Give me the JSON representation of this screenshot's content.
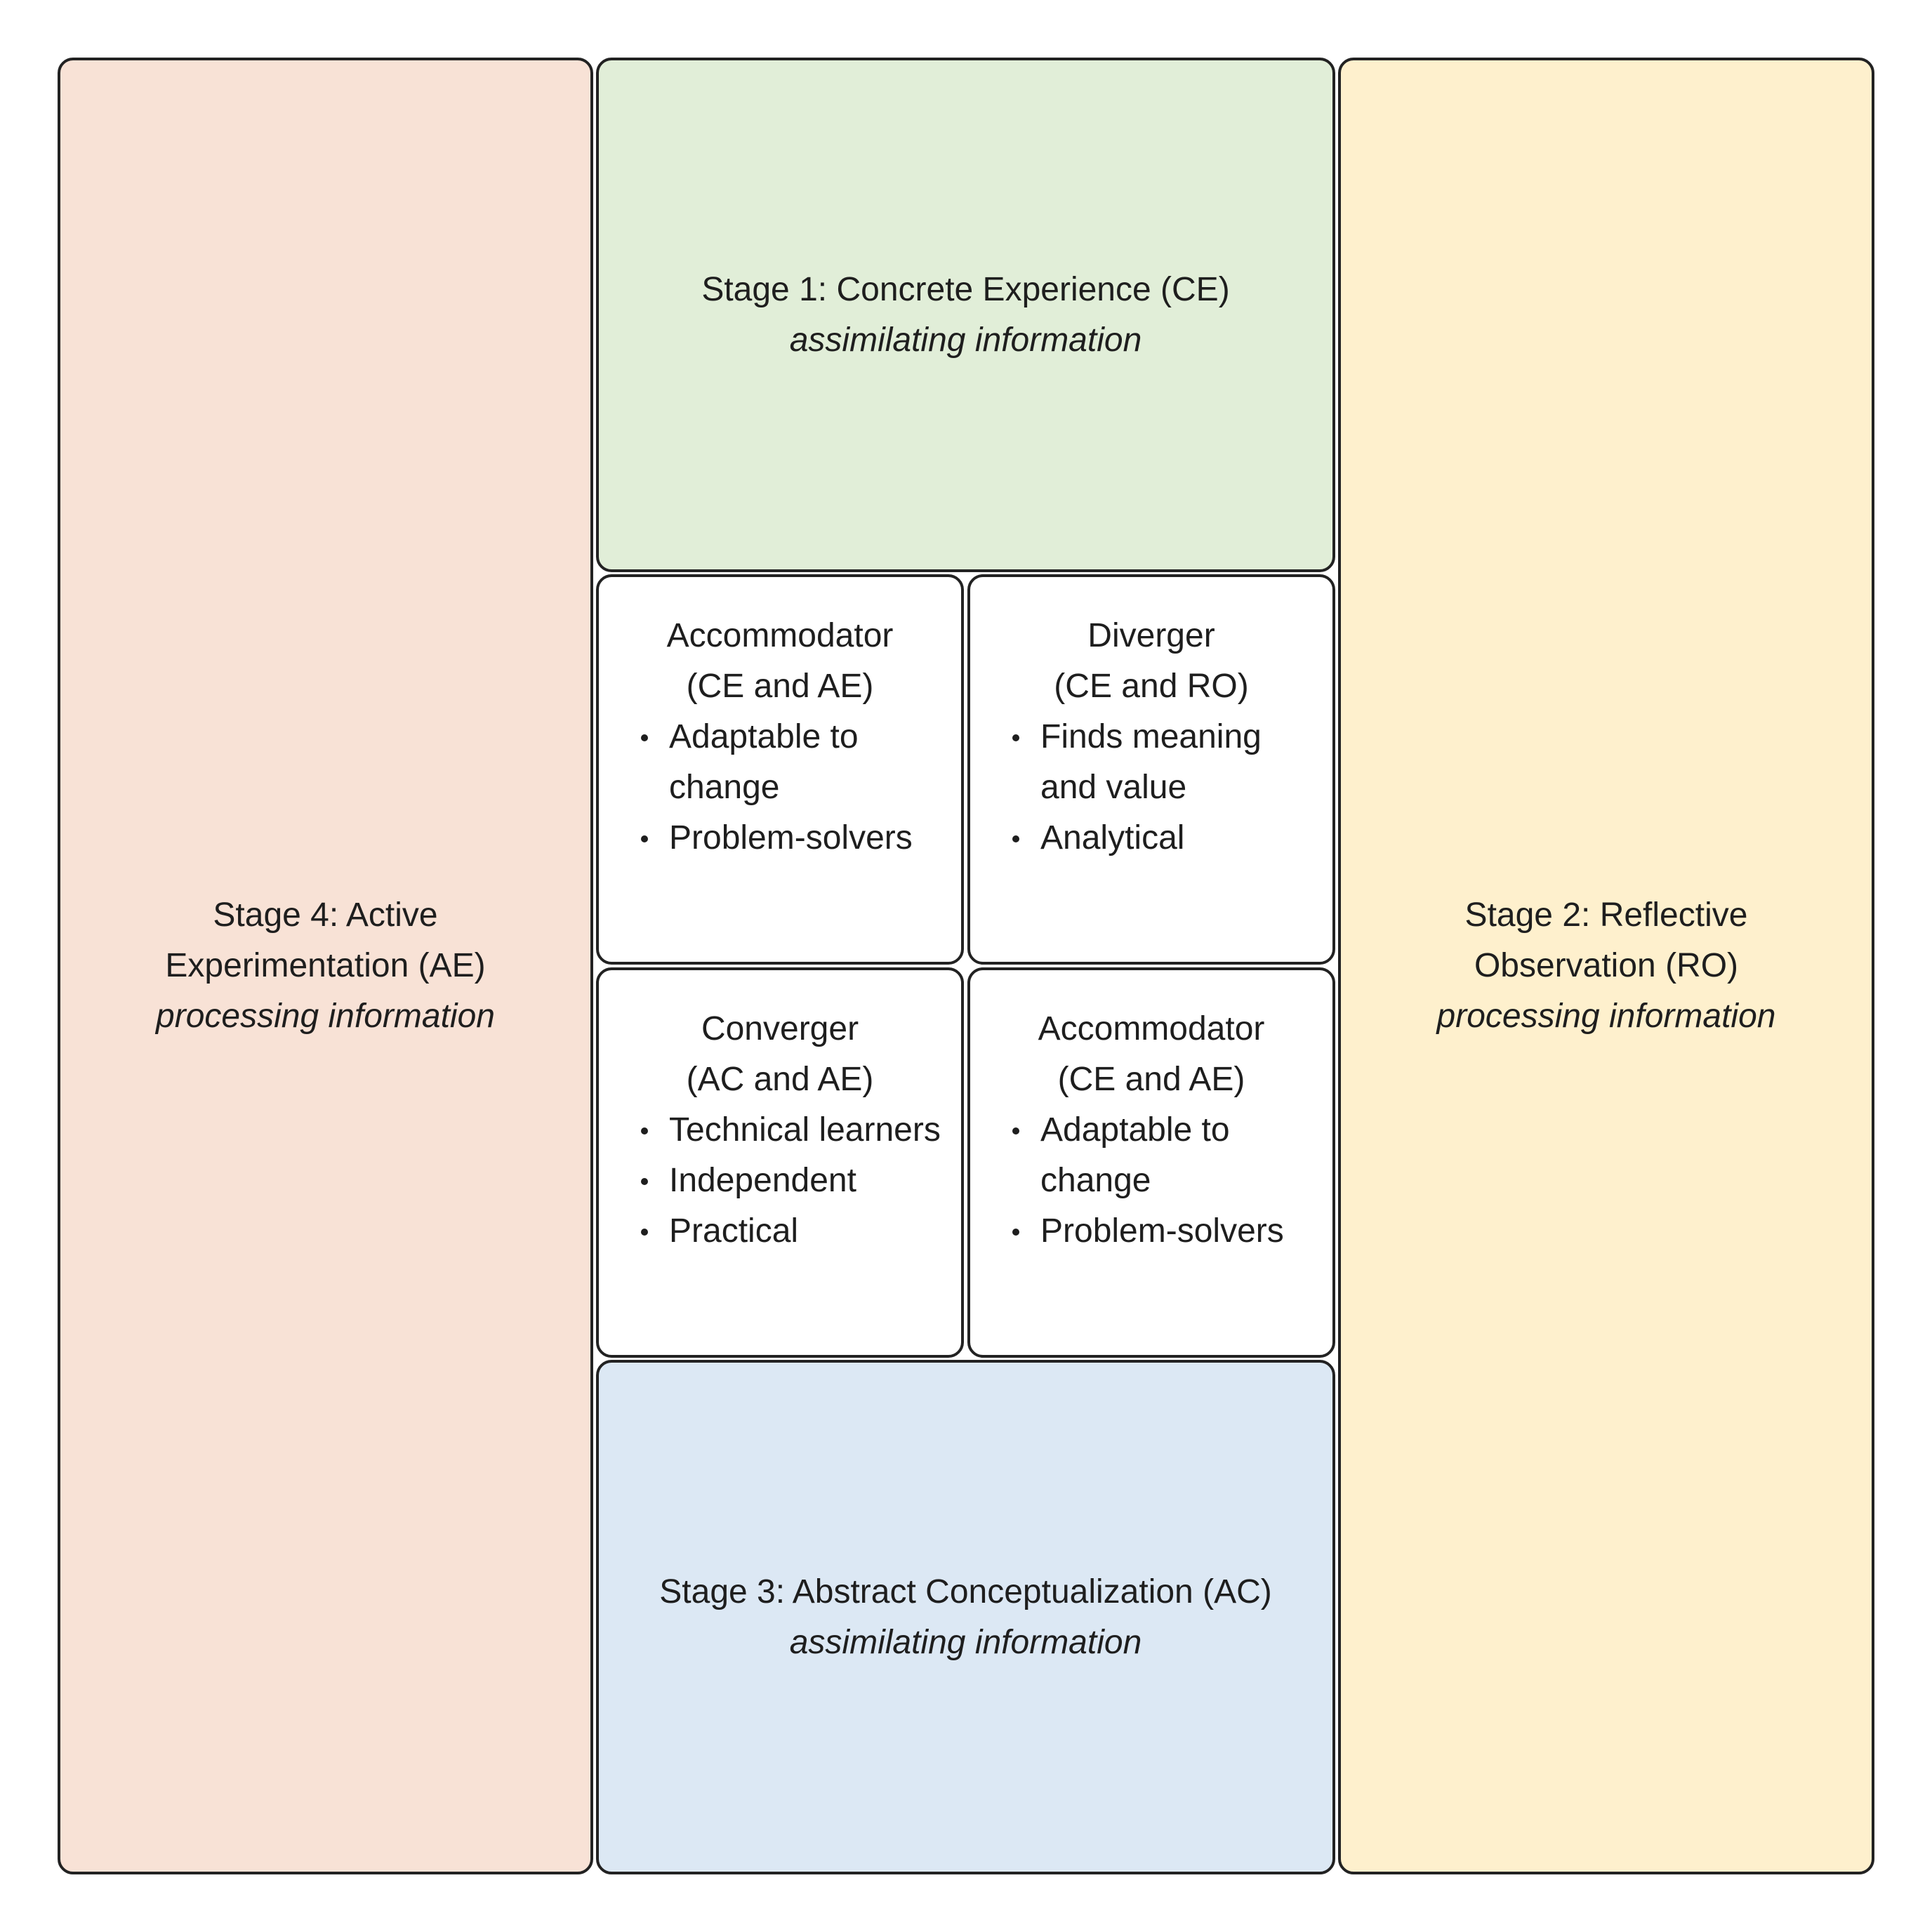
{
  "colors": {
    "stage1_fill": "#e1eed8",
    "stage2_fill": "#fef0cd",
    "stage3_fill": "#dce8f4",
    "stage4_fill": "#f8e2d6",
    "cell_fill": "#ffffff",
    "border": "#222222"
  },
  "stages": {
    "stage1": {
      "title": "Stage 1: Concrete Experience (CE)",
      "subtitle": "assimilating information"
    },
    "stage2": {
      "title": "Stage 2: Reflective Observation (RO)",
      "subtitle": "processing information"
    },
    "stage3": {
      "title": "Stage 3: Abstract Conceptualization (AC)",
      "subtitle": "assimilating information"
    },
    "stage4": {
      "title": "Stage 4: Active Experimentation (AE)",
      "subtitle": "processing information"
    }
  },
  "styles": [
    {
      "name": "Accommodator",
      "combo": "(CE and AE)",
      "traits": [
        "Adaptable to change",
        "Problem-solvers"
      ]
    },
    {
      "name": "Diverger",
      "combo": "(CE and RO)",
      "traits": [
        "Finds meaning and value",
        "Analytical"
      ]
    },
    {
      "name": "Converger",
      "combo": "(AC and AE)",
      "traits": [
        "Technical learners",
        "Independent",
        "Practical"
      ]
    },
    {
      "name": "Accommodator",
      "combo": "(CE and AE)",
      "traits": [
        "Adaptable to change",
        "Problem-solvers"
      ]
    }
  ]
}
